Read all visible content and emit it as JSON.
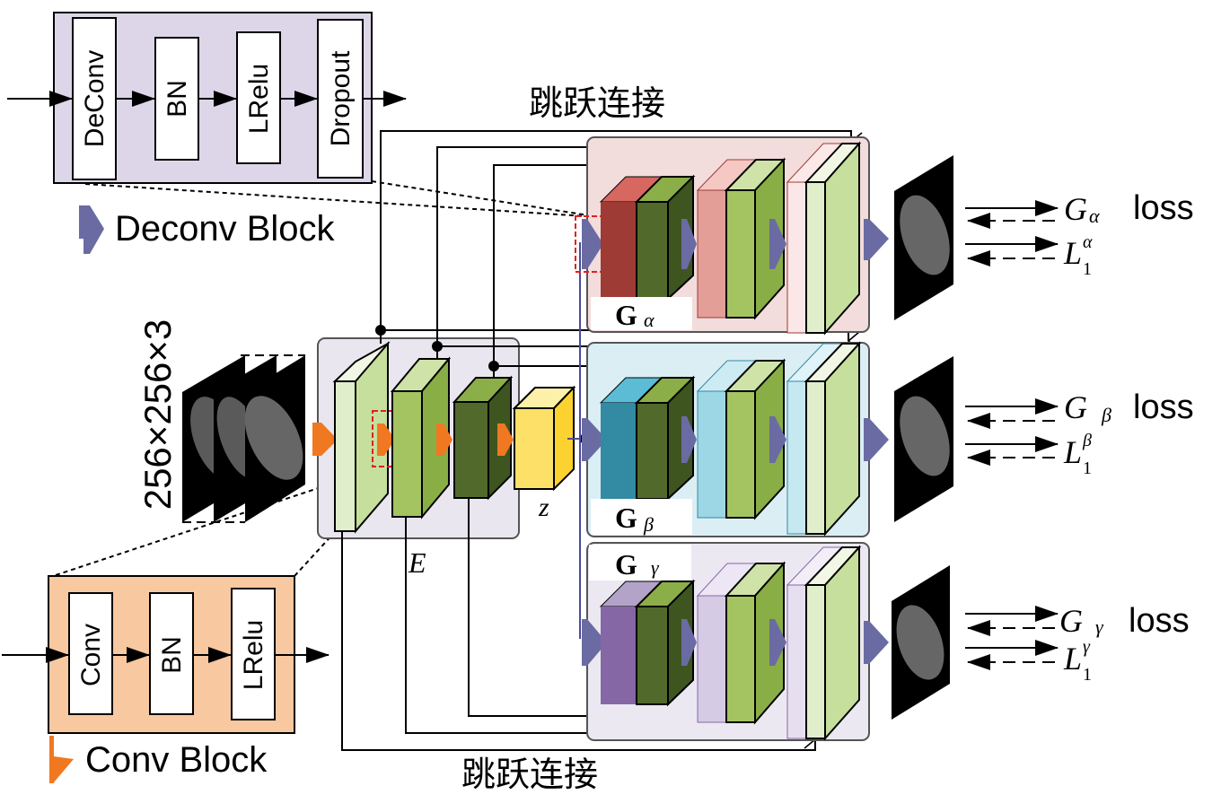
{
  "deconv_block": {
    "title": "Deconv Block",
    "layers": [
      "DeConv",
      "BN",
      "LRelu",
      "Dropout"
    ],
    "fill_color": "#ddd6e8",
    "arrow_color": "#6b6ba3"
  },
  "conv_block": {
    "title": "Conv Block",
    "layers": [
      "Conv",
      "BN",
      "LRelu"
    ],
    "fill_color": "#f8c8a0",
    "arrow_color": "#f07820"
  },
  "input": {
    "size_label": "256×256×3"
  },
  "encoder": {
    "label": "E",
    "latent_label": "z"
  },
  "skip_connection_label_top": "跳跃连接",
  "skip_connection_label_bottom": "跳跃连接",
  "generators": [
    {
      "id": "alpha",
      "name": "G",
      "subscript": "α",
      "panel_color": "#f2dcdc",
      "first_color": "#9e3b35",
      "second_color": "#e39e98",
      "third_color": "#fbe7e7",
      "loss": {
        "adv_label": "G",
        "adv_sub": "α",
        "adv_suffix": "loss",
        "l1_label": "L",
        "l1_sub": "1",
        "l1_sup": "α"
      }
    },
    {
      "id": "beta",
      "name": "G",
      "subscript": "β",
      "panel_color": "#daeef4",
      "first_color": "#338aa3",
      "second_color": "#9dd6e5",
      "third_color": "#c5e8f1",
      "loss": {
        "adv_label": "G",
        "adv_sub": "β",
        "adv_suffix": "loss",
        "l1_label": "L",
        "l1_sub": "1",
        "l1_sup": "β"
      }
    },
    {
      "id": "gamma",
      "name": "G",
      "subscript": "γ",
      "panel_color": "#ece8f2",
      "first_color": "#8667a6",
      "second_color": "#d5cbe4",
      "third_color": "#e6dff0",
      "loss": {
        "adv_label": "G",
        "adv_sub": "γ",
        "adv_suffix": "loss",
        "l1_label": "L",
        "l1_sub": "1",
        "l1_sup": "γ"
      }
    }
  ]
}
